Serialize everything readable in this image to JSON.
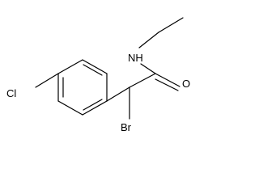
{
  "molecule": {
    "atoms": {
      "cl": "Cl",
      "br": "Br",
      "nh": "NH",
      "o": "O"
    }
  },
  "colors": {
    "bond": "#000000",
    "label": "#000000",
    "background": "#ffffff"
  }
}
